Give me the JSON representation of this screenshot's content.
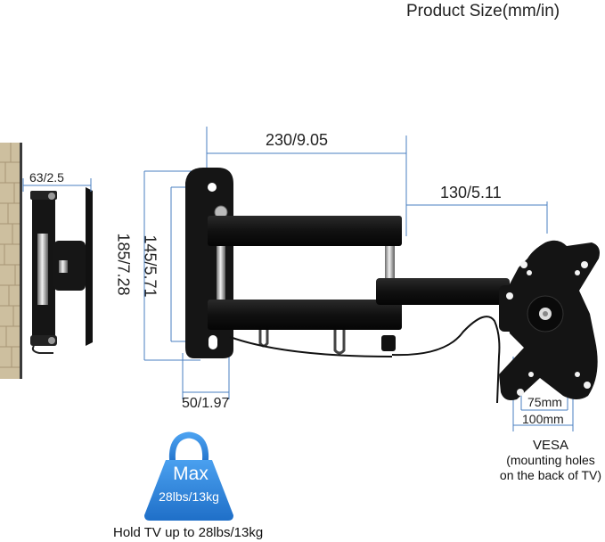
{
  "header": {
    "title": "Product Size(mm/in)"
  },
  "dimensions": {
    "wall_depth": "63/2.5",
    "arm_extension": "230/9.05",
    "head_extension": "130/5.11",
    "plate_height": "185/7.28",
    "hole_spacing": "145/5.71",
    "plate_width": "50/1.97",
    "vesa_small": "75mm",
    "vesa_large": "100mm"
  },
  "vesa": {
    "label": "VESA",
    "note_line1": "(mounting holes",
    "note_line2": "on the back of TV)"
  },
  "weight_badge": {
    "max_label": "Max",
    "capacity": "28lbs/13kg"
  },
  "caption": "Hold TV up to 28lbs/13kg",
  "colors": {
    "dimension_line": "#4a7fc1",
    "badge_blue": "#2f86dd",
    "metal_black": "#141414",
    "brick": "#c9b89a"
  }
}
